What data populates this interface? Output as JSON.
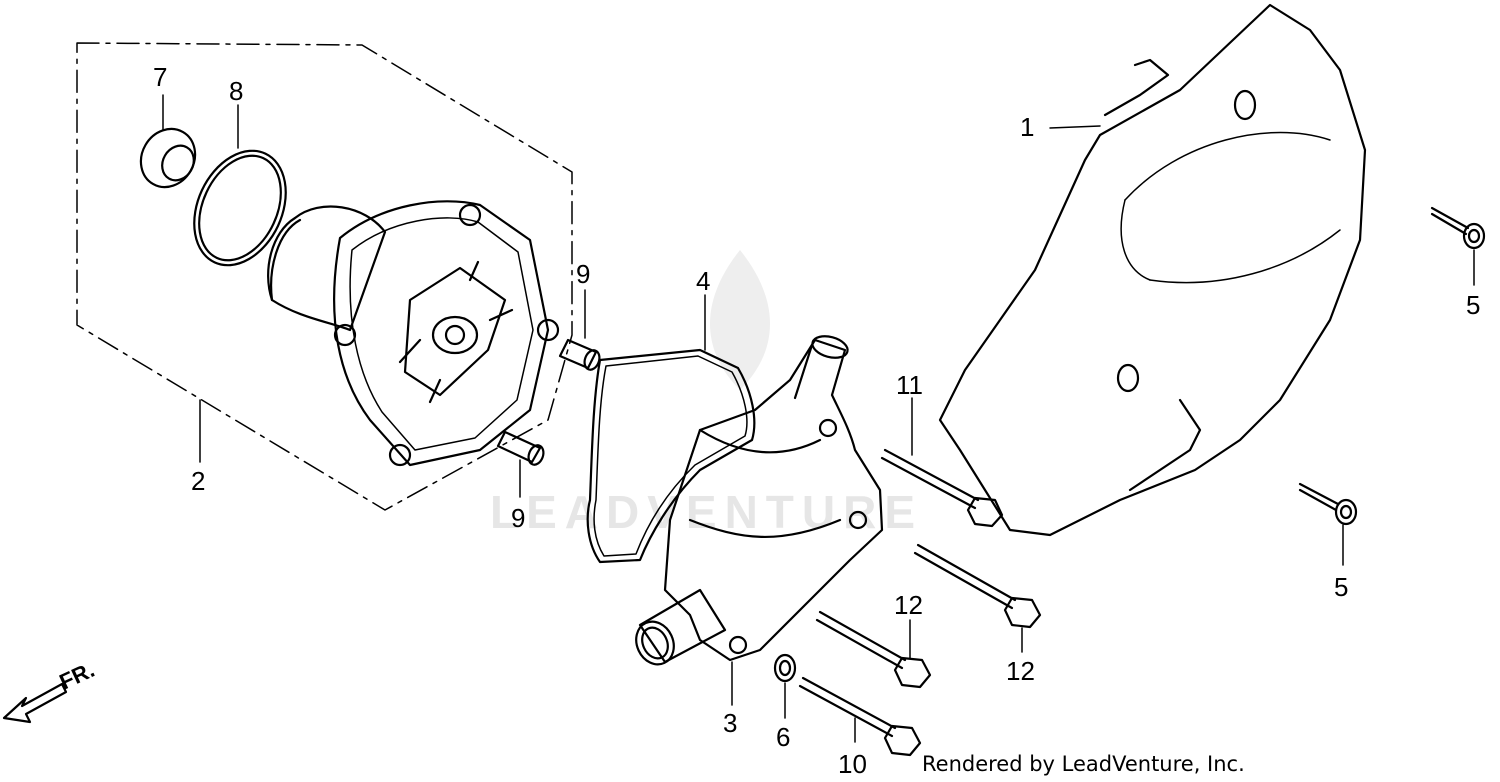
{
  "callouts": [
    "1",
    "2",
    "3",
    "4",
    "5",
    "5",
    "6",
    "7",
    "8",
    "9",
    "9",
    "10",
    "11",
    "12",
    "12"
  ],
  "direction_label": "FR.",
  "watermark": "LEADVENTURE",
  "credit": "Rendered by LeadVenture, Inc."
}
